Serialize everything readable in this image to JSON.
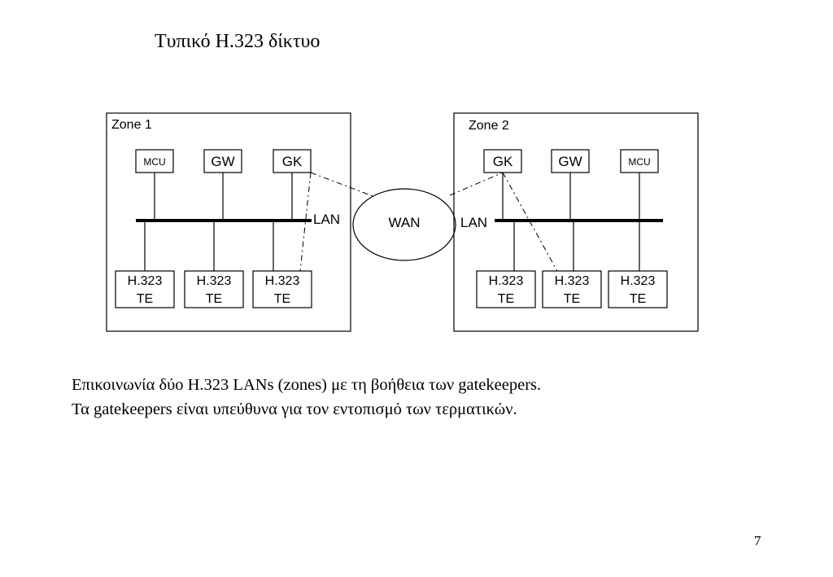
{
  "title": "Τυπικό H.323 δίκτυο",
  "zones": [
    {
      "label": "Zone 1",
      "devices": [
        "MCU",
        "GW",
        "GK"
      ],
      "lan_label": "LAN",
      "terminals": [
        {
          "line1": "H.323",
          "line2": "TE"
        },
        {
          "line1": "H.323",
          "line2": "TE"
        },
        {
          "line1": "H.323",
          "line2": "TE"
        }
      ]
    },
    {
      "label": "Zone 2",
      "devices": [
        "GK",
        "GW",
        "MCU"
      ],
      "lan_label": "LAN",
      "terminals": [
        {
          "line1": "H.323",
          "line2": "TE"
        },
        {
          "line1": "H.323",
          "line2": "TE"
        },
        {
          "line1": "H.323",
          "line2": "TE"
        }
      ]
    }
  ],
  "wan_label": "WAN",
  "caption": {
    "line1": "Επικοινωνία δύο H.323 LANs (zones) με τη βοήθεια των gatekeepers.",
    "line2": "Τα gatekeepers είναι υπεύθυνα για τον εντοπισμό των τερματικών."
  },
  "page_number": "7"
}
